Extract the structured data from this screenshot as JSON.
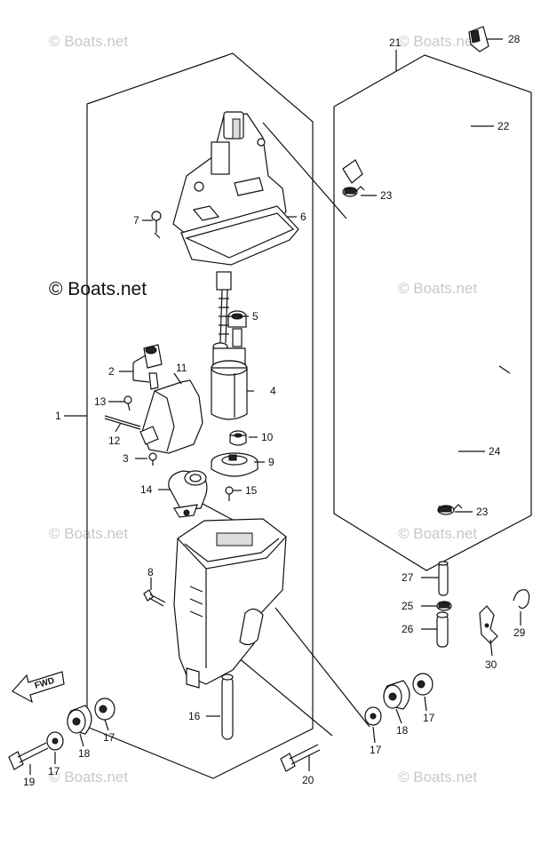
{
  "watermarks": {
    "small": "© Boats.net",
    "big": "© Boats.net"
  },
  "fwd_label": "FWD",
  "parts": [
    {
      "id": "p1",
      "label": "1"
    },
    {
      "id": "p2",
      "label": "2"
    },
    {
      "id": "p3",
      "label": "3"
    },
    {
      "id": "p4",
      "label": "4"
    },
    {
      "id": "p5",
      "label": "5"
    },
    {
      "id": "p6",
      "label": "6"
    },
    {
      "id": "p7",
      "label": "7"
    },
    {
      "id": "p8",
      "label": "8"
    },
    {
      "id": "p9",
      "label": "9"
    },
    {
      "id": "p10",
      "label": "10"
    },
    {
      "id": "p11",
      "label": "11"
    },
    {
      "id": "p12",
      "label": "12"
    },
    {
      "id": "p13",
      "label": "13"
    },
    {
      "id": "p14",
      "label": "14"
    },
    {
      "id": "p15",
      "label": "15"
    },
    {
      "id": "p16",
      "label": "16"
    },
    {
      "id": "p17a",
      "label": "17"
    },
    {
      "id": "p17b",
      "label": "17"
    },
    {
      "id": "p17c",
      "label": "17"
    },
    {
      "id": "p17d",
      "label": "17"
    },
    {
      "id": "p18a",
      "label": "18"
    },
    {
      "id": "p18b",
      "label": "18"
    },
    {
      "id": "p19",
      "label": "19"
    },
    {
      "id": "p20",
      "label": "20"
    },
    {
      "id": "p21",
      "label": "21"
    },
    {
      "id": "p22",
      "label": "22"
    },
    {
      "id": "p23a",
      "label": "23"
    },
    {
      "id": "p23b",
      "label": "23"
    },
    {
      "id": "p24",
      "label": "24"
    },
    {
      "id": "p25",
      "label": "25"
    },
    {
      "id": "p26",
      "label": "26"
    },
    {
      "id": "p27",
      "label": "27"
    },
    {
      "id": "p28",
      "label": "28"
    },
    {
      "id": "p29",
      "label": "29"
    },
    {
      "id": "p30",
      "label": "30"
    }
  ]
}
